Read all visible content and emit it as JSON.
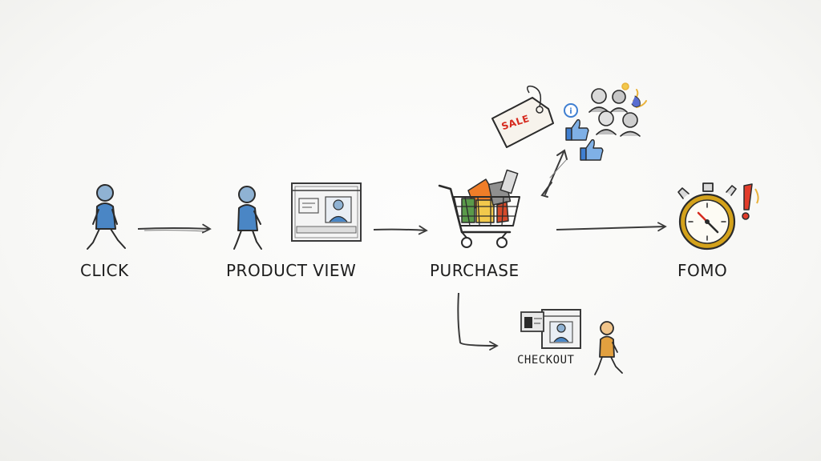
{
  "stages": {
    "click": "CLICK",
    "product_view": "PRODUCT VIEW",
    "purchase": "PURCHASE",
    "fomo": "FOMO"
  },
  "price_tag_text": "SALE",
  "abandon_text": "CHECKOUT",
  "icons": [
    "walking-person-icon",
    "product-page-icon",
    "shopping-cart-icon",
    "price-tag-icon",
    "social-crowd-icon",
    "thumbs-up-icon",
    "stopwatch-icon",
    "exclamation-icon",
    "checkout-screen-icon"
  ],
  "colors": {
    "ink": "#2b2b2b",
    "figure_blue": "#4a86c5",
    "figure_orange": "#e2a03f",
    "tag_red": "#d62b1f",
    "cart_orange": "#ef7d28",
    "cart_yellow": "#f2c94c",
    "stopwatch_gold": "#d4a21b",
    "alert_red": "#e23c2a",
    "social_blue": "#3f7fd1"
  }
}
